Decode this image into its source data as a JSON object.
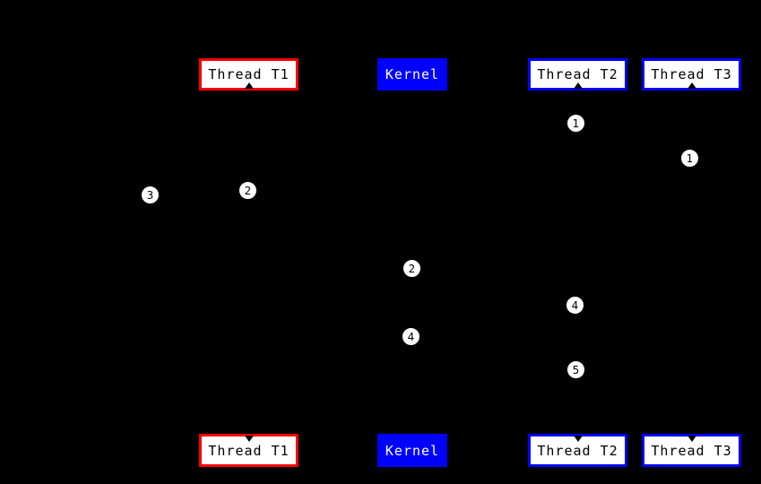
{
  "diagram": {
    "background_color": "#000000",
    "colors": {
      "thread_t1_border": "#ff0000",
      "thread_t2_t3_border": "#0000ff",
      "kernel_fill": "#0000ff",
      "node_fill": "#ffffff",
      "node_text": "#000000",
      "kernel_text": "#ffffff",
      "step_circle_fill": "#ffffff",
      "step_circle_text": "#000000"
    },
    "nodes": {
      "thread_t1_top": {
        "label": "Thread T1"
      },
      "kernel_top": {
        "label": "Kernel"
      },
      "thread_t2_top": {
        "label": "Thread T2"
      },
      "thread_t3_top": {
        "label": "Thread T3"
      },
      "thread_t1_bottom": {
        "label": "Thread T1"
      },
      "kernel_bottom": {
        "label": "Kernel"
      },
      "thread_t2_bottom": {
        "label": "Thread T2"
      },
      "thread_t3_bottom": {
        "label": "Thread T3"
      }
    },
    "steps": {
      "step1_under_thread2": "1",
      "step1_under_thread3": "1",
      "step2_under_thread1": "2",
      "step3_left": "3",
      "step2_mid_kernel": "2",
      "step4_right": "4",
      "step4_mid_kernel": "4",
      "step5_right": "5"
    }
  }
}
